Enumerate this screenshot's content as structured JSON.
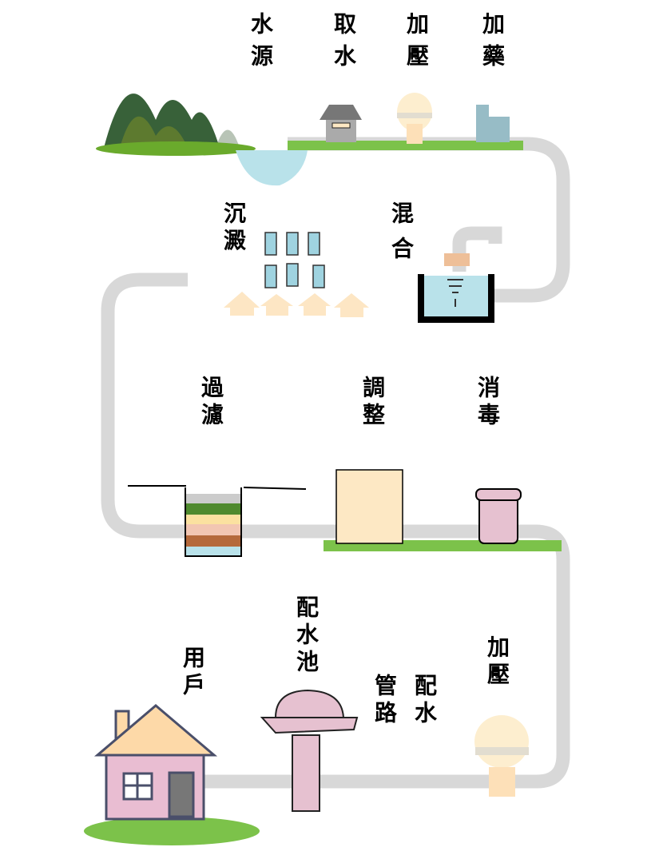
{
  "steps": {
    "water_source": "水源",
    "intake": "取水",
    "pressurize_1": "加壓",
    "dosing": "加藥",
    "mixing": "混合",
    "sedimentation": "沉澱",
    "filtration": "過濾",
    "adjustment": "調整",
    "disinfection": "消毒",
    "pressurize_2": "加壓",
    "distribution_pipe_col1": "配水",
    "distribution_pipe_col2": "管路",
    "reservoir": "配水池",
    "user": "用戶"
  },
  "colors": {
    "pipe": "#d8d8d8",
    "water": "#b9e2ea",
    "grass": "#6cbf3a",
    "tank_pink": "#e6c1d0",
    "cream": "#fde8c4"
  }
}
